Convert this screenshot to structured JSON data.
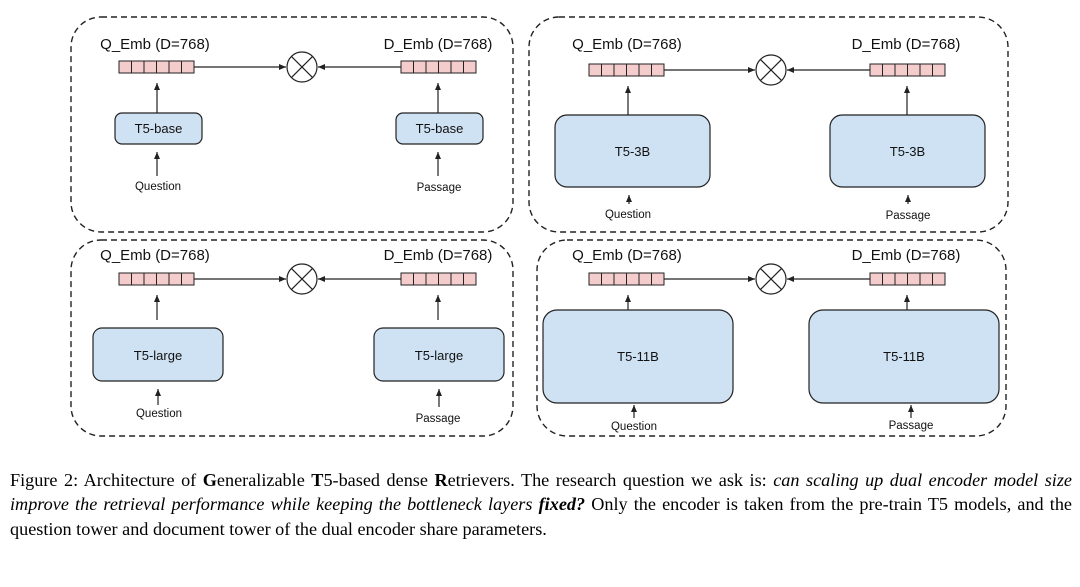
{
  "panels": [
    {
      "q_label": "Q_Emb (D=768)",
      "d_label": "D_Emb (D=768)",
      "q_encoder": "T5-base",
      "d_encoder": "T5-base",
      "q_input": "Question",
      "d_input": "Passage"
    },
    {
      "q_label": "Q_Emb (D=768)",
      "d_label": "D_Emb (D=768)",
      "q_encoder": "T5-3B",
      "d_encoder": "T5-3B",
      "q_input": "Question",
      "d_input": "Passage"
    },
    {
      "q_label": "Q_Emb (D=768)",
      "d_label": "D_Emb (D=768)",
      "q_encoder": "T5-large",
      "d_encoder": "T5-large",
      "q_input": "Question",
      "d_input": "Passage"
    },
    {
      "q_label": "Q_Emb (D=768)",
      "d_label": "D_Emb (D=768)",
      "q_encoder": "T5-11B",
      "d_encoder": "T5-11B",
      "q_input": "Question",
      "d_input": "Passage"
    }
  ],
  "caption": {
    "p1": "Figure 2: Architecture of ",
    "b1": "G",
    "p2": "eneralizable ",
    "b2": "T",
    "p3": "5-based dense ",
    "b3": "R",
    "p4": "etrievers. The research question we ask is: ",
    "i1": "can scaling up dual encoder model size improve the retrieval performance while keeping the bottleneck layers ",
    "bi1": "fixed?",
    "p5": " Only the encoder is taken from the pre-train T5 models, and the question tower and document tower of the dual encoder share parameters."
  },
  "colors": {
    "embedding_fill": "#f4cccc",
    "encoder_fill": "#cfe2f3",
    "stroke": "#222222"
  }
}
